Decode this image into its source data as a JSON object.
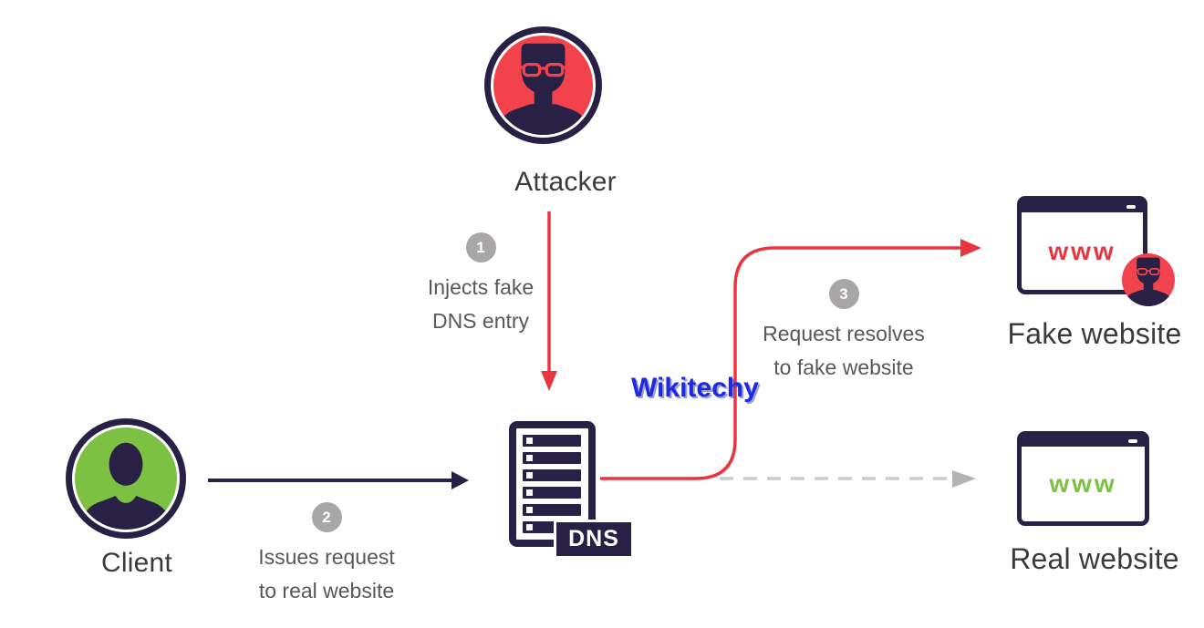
{
  "colors": {
    "navy": "#292145",
    "red": "#e8353f",
    "avatar-red": "#f2424c",
    "green": "#7cc141",
    "badge-gray": "#a8a6a7",
    "step-text": "#58585a",
    "label-text": "#3d3a3e",
    "dash-gray": "#cbcbcb",
    "dash-arrow": "#b3b3b3",
    "blue": "#1c2ae0",
    "www-red": "#e63741",
    "www-green": "#7cc141"
  },
  "nodes": {
    "attacker": {
      "label": "Attacker"
    },
    "client": {
      "label": "Client"
    },
    "dns": {
      "label": "DNS"
    },
    "fake": {
      "label": "Fake website",
      "www": "www"
    },
    "real": {
      "label": "Real website",
      "www": "www"
    }
  },
  "steps": [
    {
      "number": "1",
      "line1": "Injects fake",
      "line2": "DNS entry"
    },
    {
      "number": "2",
      "line1": "Issues request",
      "line2": "to real website"
    },
    {
      "number": "3",
      "line1": "Request resolves",
      "line2": "to fake website"
    }
  ],
  "watermark": {
    "text": "Wikitechy"
  }
}
